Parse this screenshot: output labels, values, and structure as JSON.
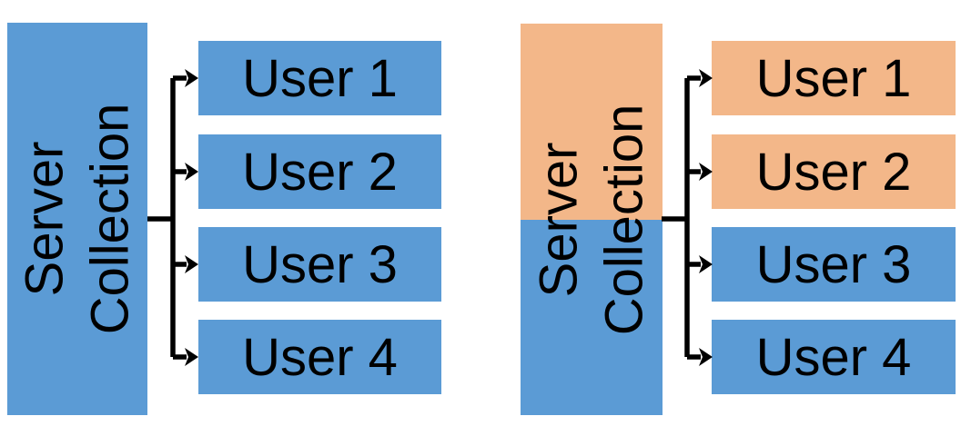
{
  "colors": {
    "blue": "#5B9BD5",
    "orange": "#F3B789",
    "line": "#000000",
    "text": "#000000",
    "background": "#FFFFFF"
  },
  "diagrams": [
    {
      "id": "left",
      "server": {
        "line1": "Server",
        "line2": "Collection",
        "top_color": "#5B9BD5",
        "bottom_color": "#5B9BD5"
      },
      "users": [
        {
          "label": "User 1",
          "color": "#5B9BD5"
        },
        {
          "label": "User 2",
          "color": "#5B9BD5"
        },
        {
          "label": "User 3",
          "color": "#5B9BD5"
        },
        {
          "label": "User 4",
          "color": "#5B9BD5"
        }
      ]
    },
    {
      "id": "right",
      "server": {
        "line1": "Server",
        "line2": "Collection",
        "top_color": "#F3B789",
        "bottom_color": "#5B9BD5"
      },
      "users": [
        {
          "label": "User 1",
          "color": "#F3B789"
        },
        {
          "label": "User 2",
          "color": "#F3B789"
        },
        {
          "label": "User 3",
          "color": "#5B9BD5"
        },
        {
          "label": "User 4",
          "color": "#5B9BD5"
        }
      ]
    }
  ]
}
